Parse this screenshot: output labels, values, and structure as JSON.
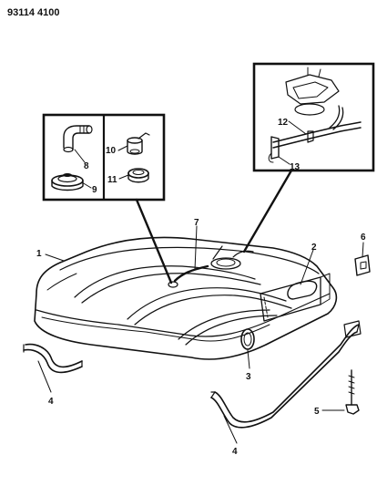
{
  "header": {
    "code": "93114  4100"
  },
  "callouts": [
    {
      "id": "tank",
      "text": "1"
    },
    {
      "id": "filler-tube",
      "text": "2"
    },
    {
      "id": "drain-plug",
      "text": "3"
    },
    {
      "id": "strap-left",
      "text": "4"
    },
    {
      "id": "strap-front",
      "text": "4"
    },
    {
      "id": "strap-bolt",
      "text": "5"
    },
    {
      "id": "strap-bracket",
      "text": "6"
    },
    {
      "id": "sender-unit",
      "text": "7"
    },
    {
      "id": "vent-elbow",
      "text": "8"
    },
    {
      "id": "grommet-large",
      "text": "9"
    },
    {
      "id": "rollover-valve",
      "text": "10"
    },
    {
      "id": "grommet-small",
      "text": "11"
    },
    {
      "id": "fuel-line",
      "text": "12"
    },
    {
      "id": "return-line",
      "text": "13"
    }
  ],
  "colors": {
    "ink": "#111111",
    "background": "#ffffff"
  }
}
